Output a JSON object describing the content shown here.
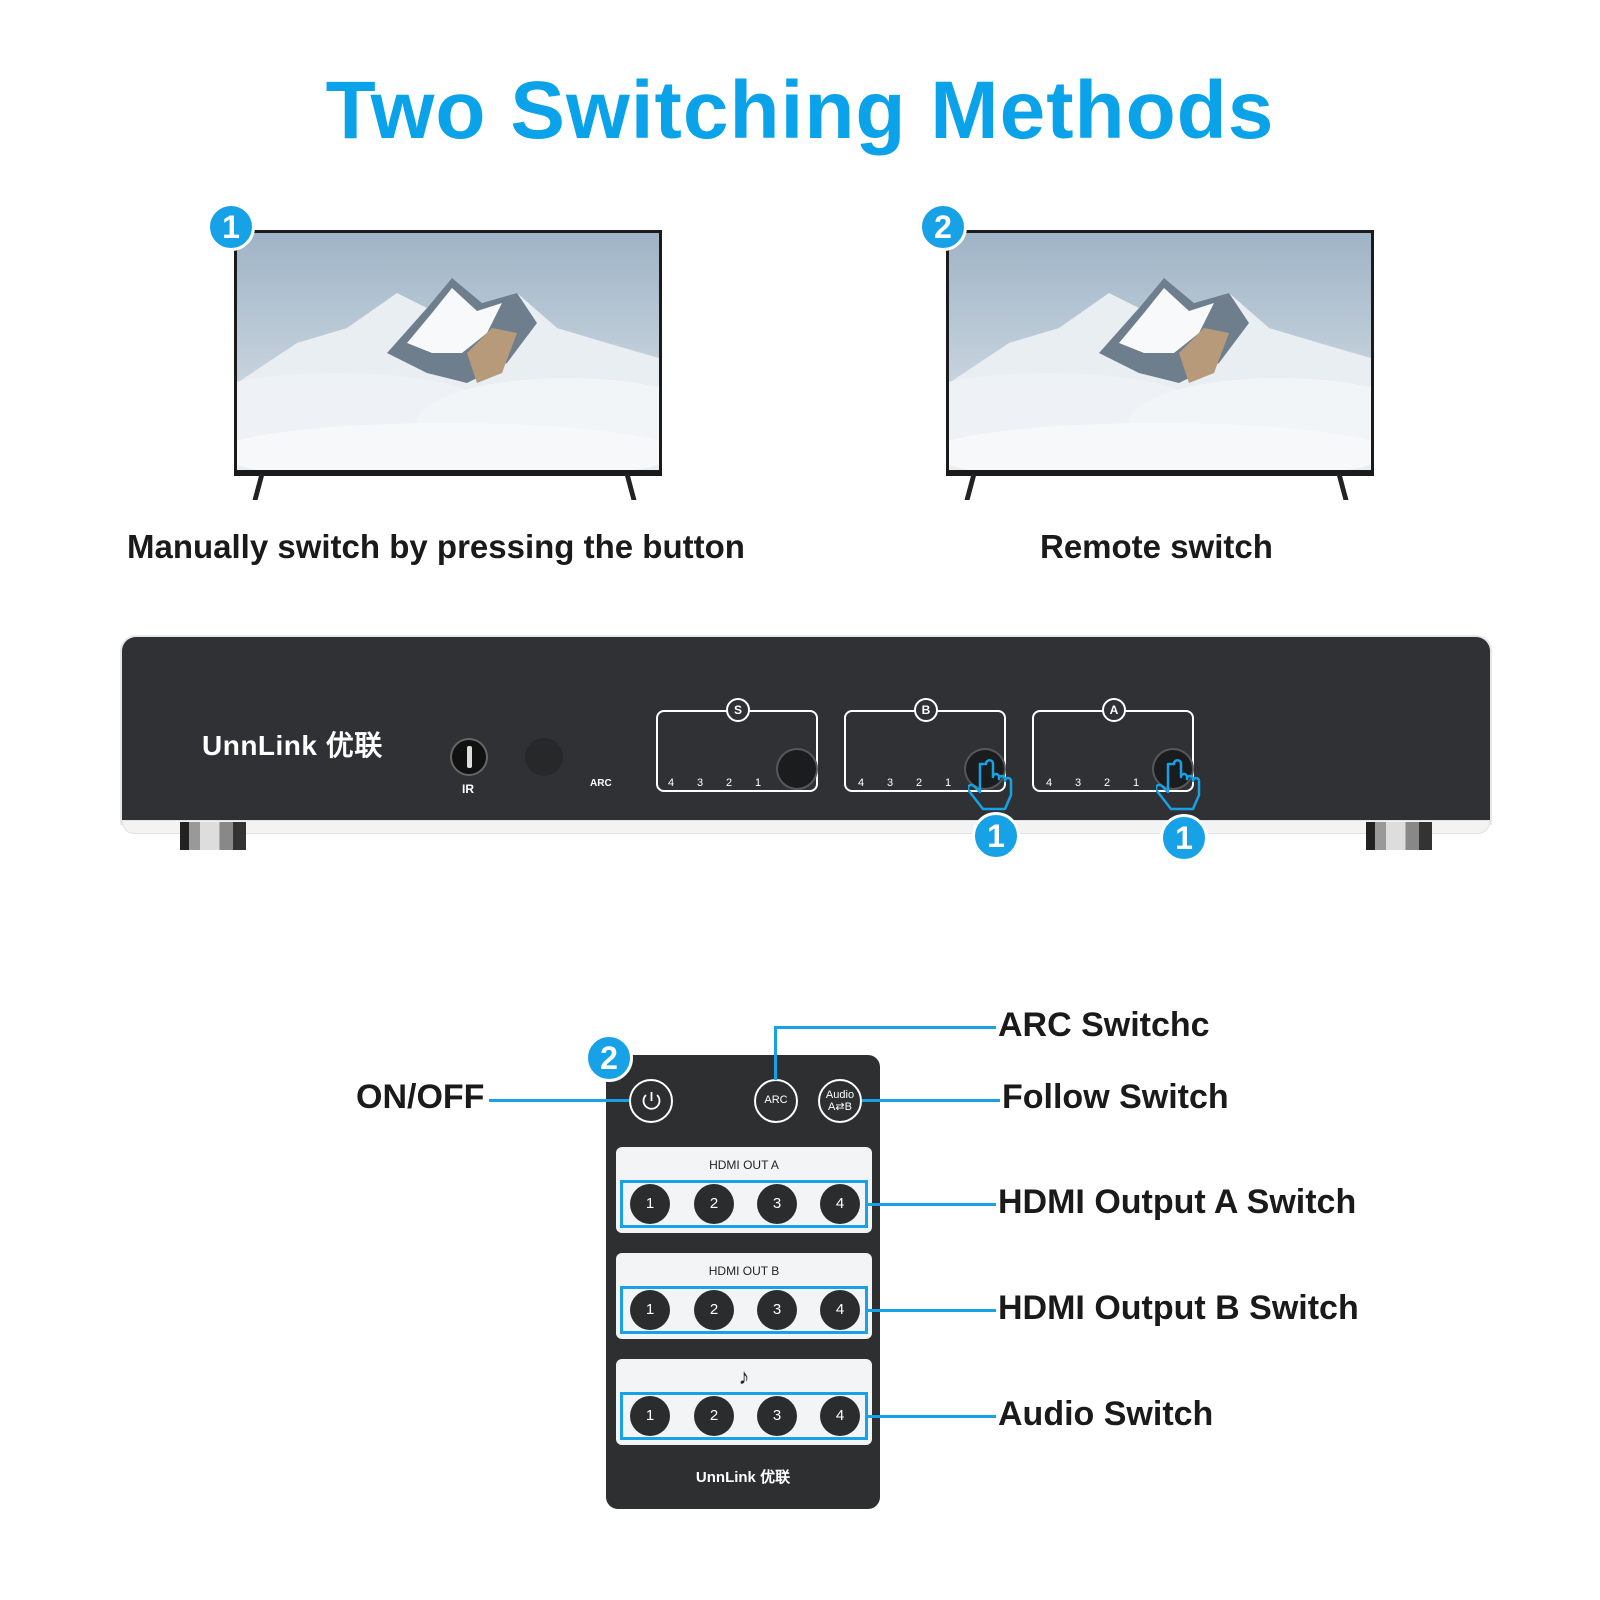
{
  "title": "Two Switching Methods",
  "methods": [
    {
      "badge": "1",
      "caption": "Manually switch by pressing the button"
    },
    {
      "badge": "2",
      "caption": "Remote switch"
    }
  ],
  "device": {
    "brand": "UnnLink 优联",
    "ir_label": "IR",
    "arc_label": "ARC",
    "panels": [
      {
        "letter": "S",
        "leds": [
          "4",
          "3",
          "2",
          "1"
        ]
      },
      {
        "letter": "B",
        "leds": [
          "4",
          "3",
          "2",
          "1"
        ]
      },
      {
        "letter": "A",
        "leds": [
          "4",
          "3",
          "2",
          "1"
        ]
      }
    ],
    "press_badges": [
      "1",
      "1"
    ]
  },
  "remote": {
    "badge": "2",
    "arc_button": "ARC",
    "audio_button_top": "Audio",
    "audio_button_bottom": "A⇄B",
    "section_a_label": "HDMI OUT A",
    "section_b_label": "HDMI OUT B",
    "section_audio_icon": "♪",
    "buttons": [
      "1",
      "2",
      "3",
      "4"
    ],
    "brand": "UnnLink 优联"
  },
  "callouts": {
    "on_off": "ON/OFF",
    "arc": "ARC Switchc",
    "follow": "Follow Switch",
    "hdmi_a": "HDMI Output A Switch",
    "hdmi_b": "HDMI Output B Switch",
    "audio": "Audio Switch"
  },
  "colors": {
    "accent": "#17a2e8",
    "title": "#0aa2e8",
    "device": "#2f3134"
  }
}
